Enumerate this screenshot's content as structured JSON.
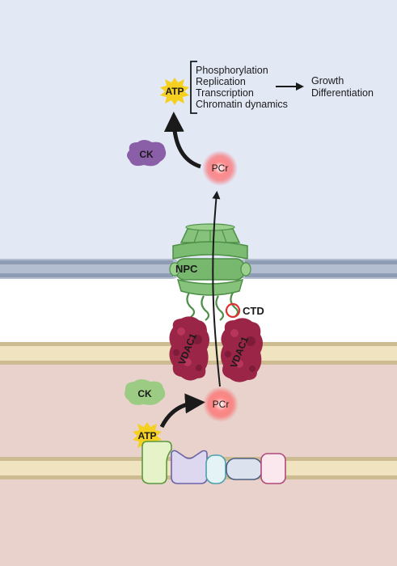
{
  "colors": {
    "nucleus_bg": "#e3e8f5",
    "cytoplasm_bg": "#e9d2cc",
    "envelope": "#9eacc2",
    "plasma_membrane": "#cdbc92",
    "npc_green": "#6fb26a",
    "vdac_crimson": "#9b2547",
    "ck_purple": "#8b5fa8",
    "ck_green": "#9ccb83",
    "pcr_glow": "#ff4a4a",
    "atp_star": "#f5d020",
    "ctd_ring": "#e03030"
  },
  "icons": {
    "atp_burst": "starburst-icon",
    "arrow": "curved-arrow-icon"
  },
  "nucleus": {
    "processes": [
      "Phosphorylation",
      "Replication",
      "Transcription",
      "Chromatin dynamics"
    ],
    "outcomes": [
      "Growth",
      "Differentiation"
    ],
    "atp_label": "ATP",
    "ck_label": "CK",
    "pcr_label": "PCr"
  },
  "pore": {
    "npc_label": "NPC",
    "ctd_label": "CTD",
    "vdac_left_label": "VDAC1",
    "vdac_right_label": "VDAC1"
  },
  "cytoplasm": {
    "ck_label": "CK",
    "pcr_label": "PCr",
    "atp_label": "ATP"
  }
}
